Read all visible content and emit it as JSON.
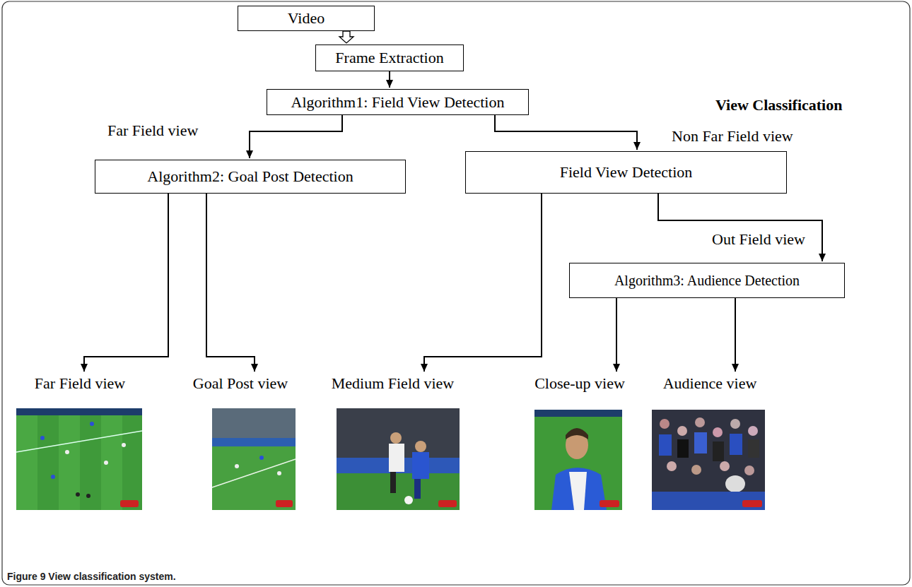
{
  "diagram": {
    "caption": "Figure 9 View classification system.",
    "nodes": [
      {
        "text": [
          "Video"
        ]
      },
      {
        "text": [
          "Frame Extraction"
        ]
      },
      {
        "text": [
          "Algorithm1: Field View Detection"
        ]
      },
      {
        "text": [
          "Algorithm2: Goal Post Detection"
        ]
      },
      {
        "text": [
          "Field View Detection"
        ]
      },
      {
        "text": [
          "Algorithm3: Audience Detection"
        ]
      },
      {
        "text": [
          "Far Field view"
        ]
      },
      {
        "text": [
          "Goal Post view"
        ]
      },
      {
        "text": [
          "Medium Field view"
        ]
      },
      {
        "text": [
          "Close-up view"
        ]
      },
      {
        "text": [
          "Audience view"
        ]
      }
    ],
    "edges": [
      {
        "from": 0,
        "to": 1,
        "arrow": "to"
      },
      {
        "from": 1,
        "to": 2,
        "arrow": "to"
      },
      {
        "from": 2,
        "to": 3,
        "arrow": "to",
        "label": "Far Field view"
      },
      {
        "from": 2,
        "to": 4,
        "arrow": "to",
        "label": "Non Far Field view"
      },
      {
        "from": 3,
        "to": 6,
        "arrow": "to"
      },
      {
        "from": 3,
        "to": 7,
        "arrow": "to"
      },
      {
        "from": 4,
        "to": 8,
        "arrow": "to"
      },
      {
        "from": 4,
        "to": 5,
        "arrow": "to",
        "label": "Out Field view"
      },
      {
        "from": 5,
        "to": 9,
        "arrow": "to"
      },
      {
        "from": 5,
        "to": 10,
        "arrow": "to"
      }
    ],
    "labels": [
      "View Classification"
    ]
  }
}
